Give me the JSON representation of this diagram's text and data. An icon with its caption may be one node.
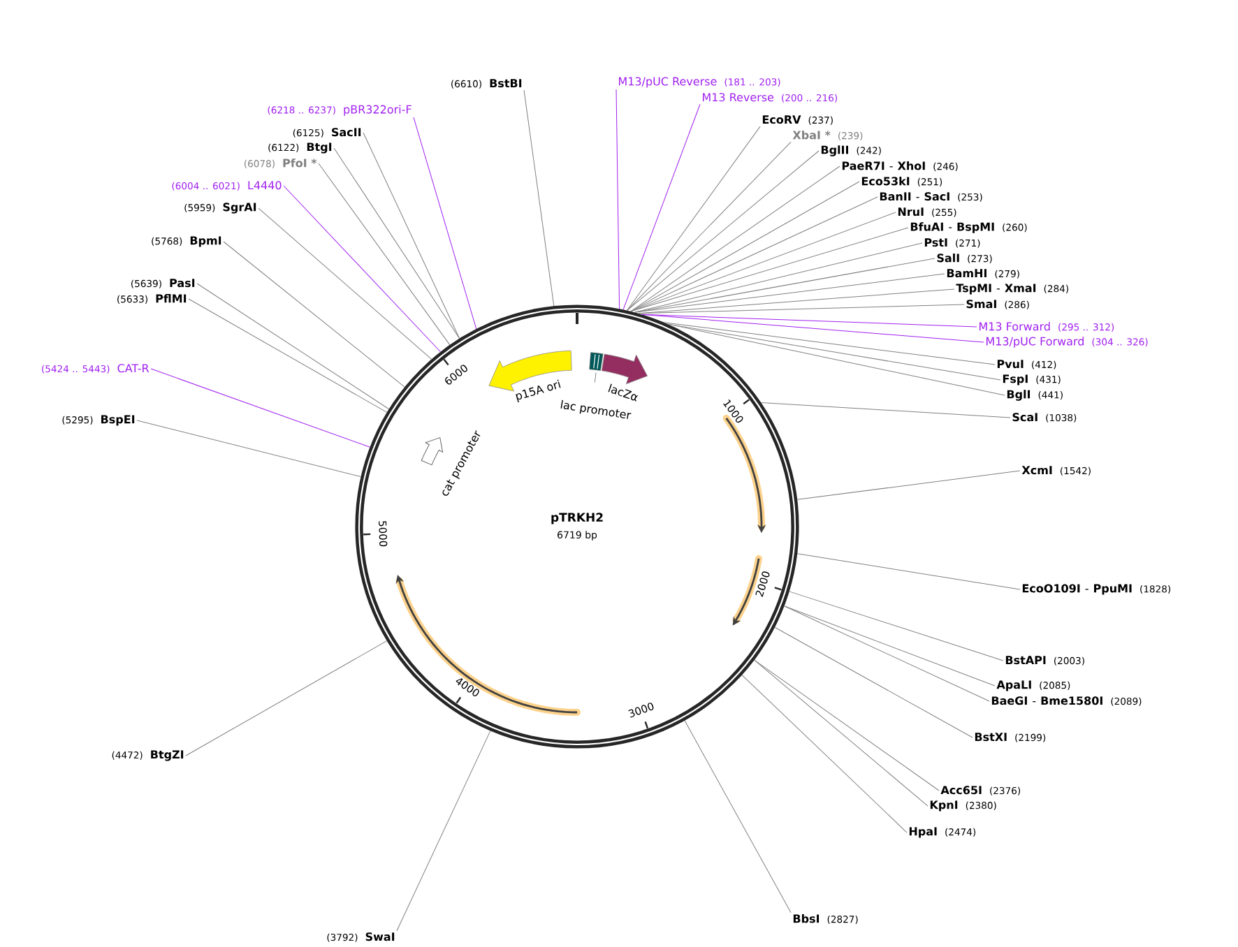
{
  "diagram": {
    "nodes": [
      {
        "text": [
          "pTRKH2",
          "6719 bp"
        ]
      },
      {
        "text": [
          "p15A ori"
        ],
        "in": 0
      },
      {
        "text": [
          "lac promoter"
        ],
        "in": 0
      },
      {
        "text": [
          "lacZα"
        ],
        "in": 0
      },
      {
        "text": [
          "cat promoter"
        ],
        "in": 0
      },
      {
        "text": [],
        "shape": "arrow",
        "in": 0
      },
      {
        "text": [],
        "shape": "arrow",
        "in": 0
      },
      {
        "text": [],
        "shape": "arrow",
        "in": 0
      },
      {
        "text": [
          "M13/pUC Reverse",
          "(181 .. 203)"
        ]
      },
      {
        "text": [
          "M13 Reverse",
          "(200 .. 216)"
        ]
      },
      {
        "text": [
          "EcoRV",
          "(237)"
        ]
      },
      {
        "text": [
          "XbaI *",
          "(239)"
        ]
      },
      {
        "text": [
          "BglII",
          "(242)"
        ]
      },
      {
        "text": [
          "PaeR7I",
          "-",
          "XhoI",
          "(246)"
        ]
      },
      {
        "text": [
          "Eco53kI",
          "(251)"
        ]
      },
      {
        "text": [
          "BanII",
          "-",
          "SacI",
          "(253)"
        ]
      },
      {
        "text": [
          "NruI",
          "(255)"
        ]
      },
      {
        "text": [
          "BfuAI",
          "-",
          "BspMI",
          "(260)"
        ]
      },
      {
        "text": [
          "PstI",
          "(271)"
        ]
      },
      {
        "text": [
          "SalI",
          "(273)"
        ]
      },
      {
        "text": [
          "BamHI",
          "(279)"
        ]
      },
      {
        "text": [
          "TspMI",
          "-",
          "XmaI",
          "(284)"
        ]
      },
      {
        "text": [
          "SmaI",
          "(286)"
        ]
      },
      {
        "text": [
          "M13 Forward",
          "(295 .. 312)"
        ]
      },
      {
        "text": [
          "M13/pUC Forward",
          "(304 .. 326)"
        ]
      },
      {
        "text": [
          "PvuI",
          "(412)"
        ]
      },
      {
        "text": [
          "FspI",
          "(431)"
        ]
      },
      {
        "text": [
          "BglI",
          "(441)"
        ]
      },
      {
        "text": [
          "ScaI",
          "(1038)"
        ]
      },
      {
        "text": [
          "XcmI",
          "(1542)"
        ]
      },
      {
        "text": [
          "EcoO109I",
          "-",
          "PpuMI",
          "(1828)"
        ]
      },
      {
        "text": [
          "BstAPI",
          "(2003)"
        ]
      },
      {
        "text": [
          "ApaLI",
          "(2085)"
        ]
      },
      {
        "text": [
          "BaeGI",
          "-",
          "Bme1580I",
          "(2089)"
        ]
      },
      {
        "text": [
          "BstXI",
          "(2199)"
        ]
      },
      {
        "text": [
          "Acc65I",
          "(2376)"
        ]
      },
      {
        "text": [
          "KpnI",
          "(2380)"
        ]
      },
      {
        "text": [
          "HpaI",
          "(2474)"
        ]
      },
      {
        "text": [
          "BbsI",
          "(2827)"
        ]
      },
      {
        "text": [
          "(3792)",
          "SwaI"
        ]
      },
      {
        "text": [
          "(4472)",
          "BtgZI"
        ]
      },
      {
        "text": [
          "(5295)",
          "BspEI"
        ]
      },
      {
        "text": [
          "(5424 .. 5443)",
          "CAT-R"
        ]
      },
      {
        "text": [
          "(5633)",
          "PflMI"
        ]
      },
      {
        "text": [
          "(5639)",
          "PasI"
        ]
      },
      {
        "text": [
          "(5768)",
          "BpmI"
        ]
      },
      {
        "text": [
          "(5959)",
          "SgrAI"
        ]
      },
      {
        "text": [
          "(6004 .. 6021)",
          "L4440"
        ]
      },
      {
        "text": [
          "(6078)",
          "PfoI *"
        ]
      },
      {
        "text": [
          "(6122)",
          "BtgI"
        ]
      },
      {
        "text": [
          "(6125)",
          "SacII"
        ]
      },
      {
        "text": [
          "(6218 .. 6237)",
          "pBR322ori-F"
        ]
      },
      {
        "text": [
          "(6610)",
          "BstBI"
        ]
      }
    ],
    "edges": [
      {
        "from": 8,
        "to": 0,
        "arrow": "none",
        "color": "#a020f0"
      },
      {
        "from": 9,
        "to": 0,
        "arrow": "none",
        "color": "#a020f0"
      },
      {
        "from": 10,
        "to": 0,
        "arrow": "none"
      },
      {
        "from": 11,
        "to": 0,
        "arrow": "none"
      },
      {
        "from": 12,
        "to": 0,
        "arrow": "none"
      },
      {
        "from": 13,
        "to": 0,
        "arrow": "none"
      },
      {
        "from": 14,
        "to": 0,
        "arrow": "none"
      },
      {
        "from": 15,
        "to": 0,
        "arrow": "none"
      },
      {
        "from": 16,
        "to": 0,
        "arrow": "none"
      },
      {
        "from": 17,
        "to": 0,
        "arrow": "none"
      },
      {
        "from": 18,
        "to": 0,
        "arrow": "none"
      },
      {
        "from": 19,
        "to": 0,
        "arrow": "none"
      },
      {
        "from": 20,
        "to": 0,
        "arrow": "none"
      },
      {
        "from": 21,
        "to": 0,
        "arrow": "none"
      },
      {
        "from": 22,
        "to": 0,
        "arrow": "none"
      },
      {
        "from": 23,
        "to": 0,
        "arrow": "none",
        "color": "#a020f0"
      },
      {
        "from": 24,
        "to": 0,
        "arrow": "none",
        "color": "#a020f0"
      },
      {
        "from": 25,
        "to": 0,
        "arrow": "none"
      },
      {
        "from": 26,
        "to": 0,
        "arrow": "none"
      },
      {
        "from": 27,
        "to": 0,
        "arrow": "none"
      },
      {
        "from": 28,
        "to": 0,
        "arrow": "none"
      },
      {
        "from": 29,
        "to": 0,
        "arrow": "none"
      },
      {
        "from": 30,
        "to": 0,
        "arrow": "none"
      },
      {
        "from": 31,
        "to": 0,
        "arrow": "none"
      },
      {
        "from": 32,
        "to": 0,
        "arrow": "none"
      },
      {
        "from": 33,
        "to": 0,
        "arrow": "none"
      },
      {
        "from": 34,
        "to": 0,
        "arrow": "none"
      },
      {
        "from": 35,
        "to": 0,
        "arrow": "none"
      },
      {
        "from": 36,
        "to": 0,
        "arrow": "none"
      },
      {
        "from": 37,
        "to": 0,
        "arrow": "none"
      },
      {
        "from": 38,
        "to": 0,
        "arrow": "none"
      },
      {
        "from": 39,
        "to": 0,
        "arrow": "none"
      },
      {
        "from": 40,
        "to": 0,
        "arrow": "none"
      },
      {
        "from": 41,
        "to": 0,
        "arrow": "none"
      },
      {
        "from": 42,
        "to": 0,
        "arrow": "none",
        "color": "#a020f0"
      },
      {
        "from": 43,
        "to": 0,
        "arrow": "none"
      },
      {
        "from": 44,
        "to": 0,
        "arrow": "none"
      },
      {
        "from": 45,
        "to": 0,
        "arrow": "none"
      },
      {
        "from": 46,
        "to": 0,
        "arrow": "none"
      },
      {
        "from": 47,
        "to": 0,
        "arrow": "none",
        "color": "#a020f0"
      },
      {
        "from": 48,
        "to": 0,
        "arrow": "none"
      },
      {
        "from": 49,
        "to": 0,
        "arrow": "none"
      },
      {
        "from": 50,
        "to": 0,
        "arrow": "none"
      },
      {
        "from": 51,
        "to": 0,
        "arrow": "none",
        "color": "#a020f0"
      },
      {
        "from": 52,
        "to": 0,
        "arrow": "none"
      }
    ],
    "labels": [
      "1000",
      "2000",
      "3000",
      "4000",
      "5000",
      "6000"
    ]
  }
}
